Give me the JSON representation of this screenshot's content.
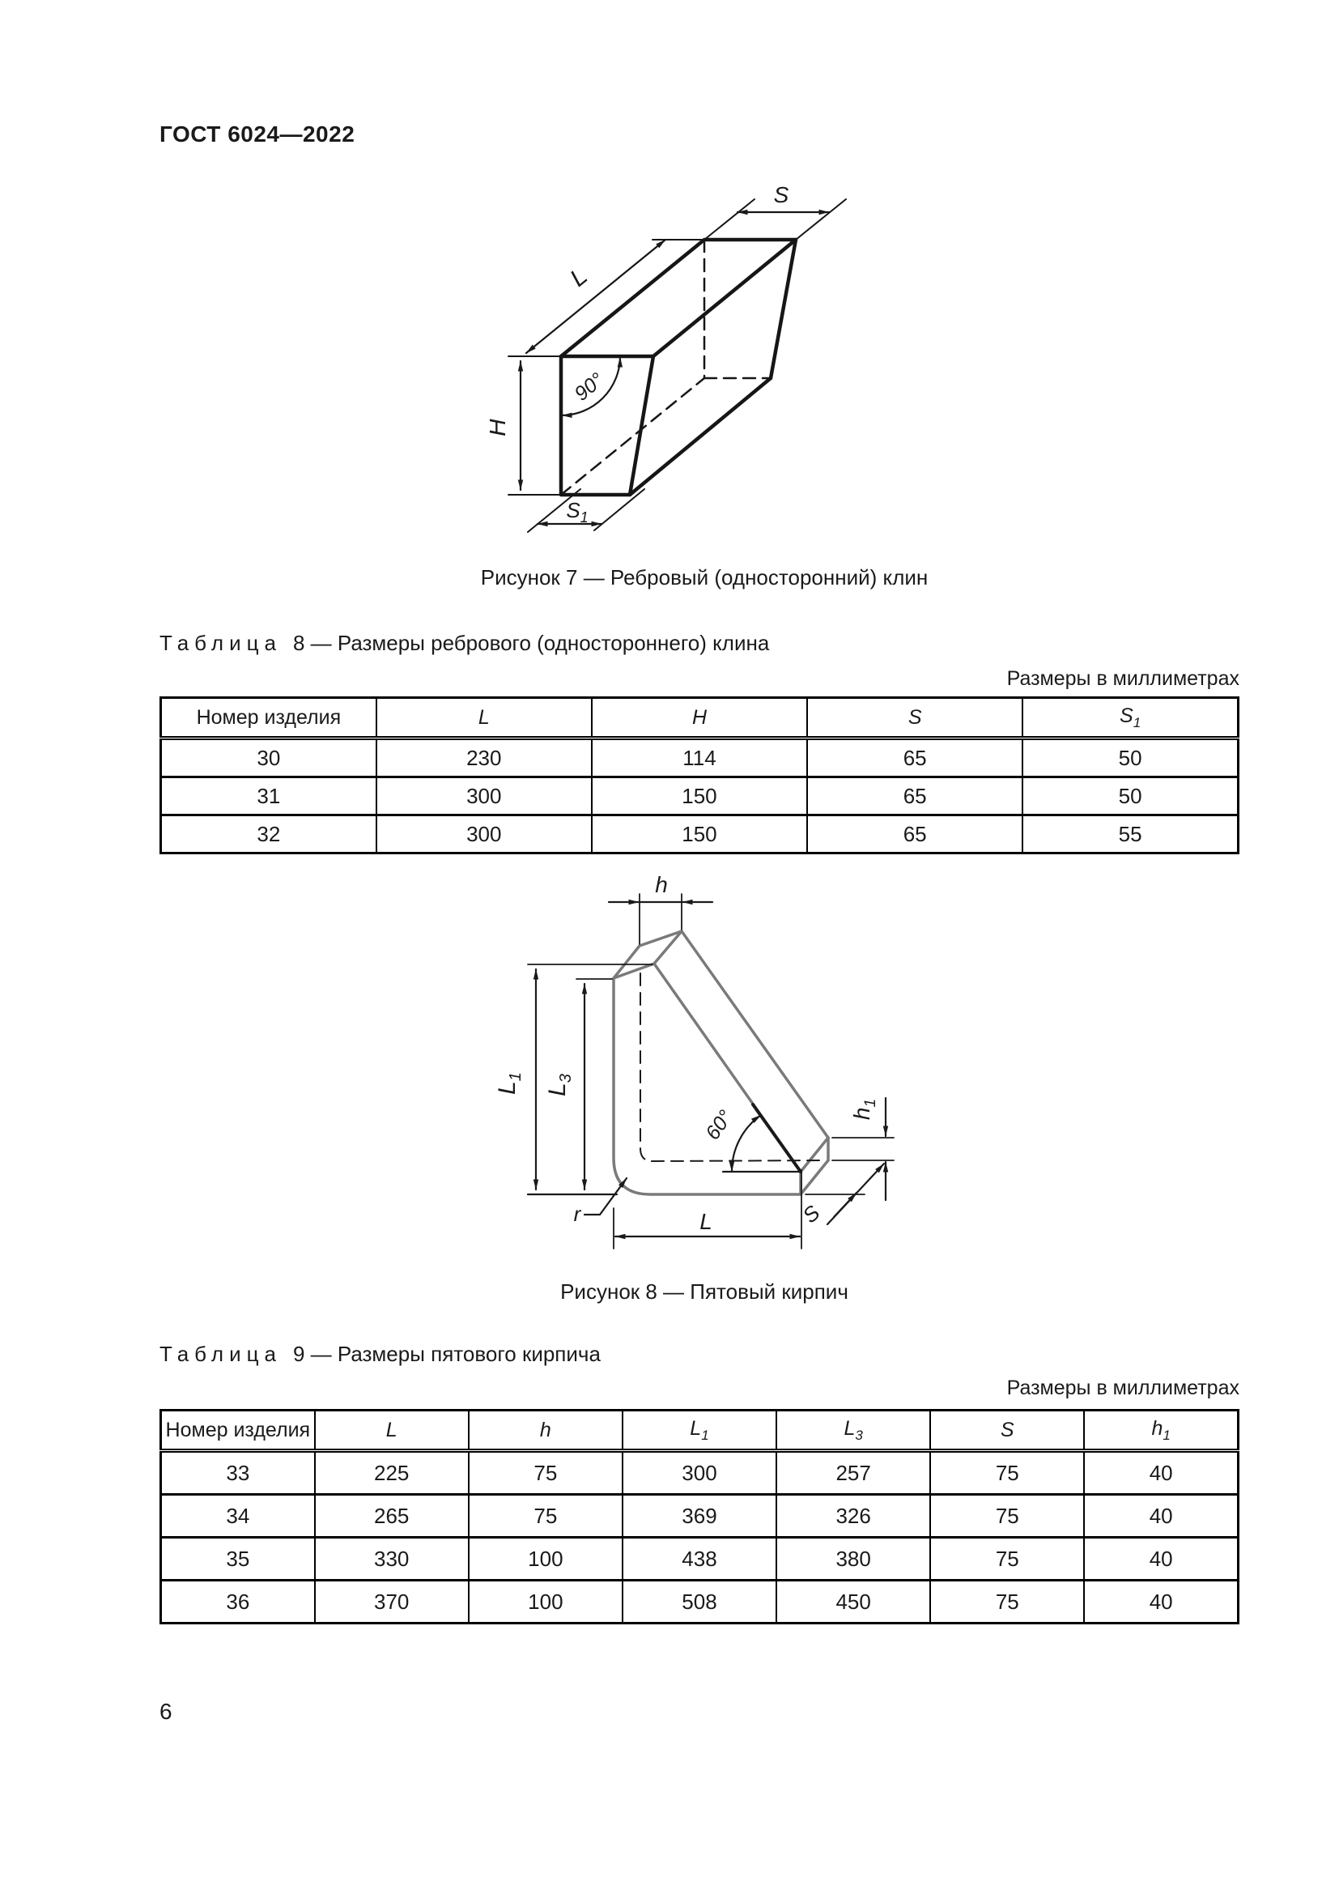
{
  "page": {
    "header": "ГОСТ 6024—2022",
    "page_number": "6"
  },
  "figure7": {
    "caption": "Рисунок 7 — Ребровый (односторонний) клин",
    "labels": {
      "S": "S",
      "L": "L",
      "H": "H",
      "S1_base": "S",
      "S1_sub": "1",
      "angle": "90°"
    }
  },
  "figure8": {
    "caption": "Рисунок 8 — Пятовый кирпич",
    "labels": {
      "h": "h",
      "L1_base": "L",
      "L1_sub": "1",
      "L3_base": "L",
      "L3_sub": "3",
      "h1_base": "h",
      "h1_sub": "1",
      "S": "S",
      "L": "L",
      "r": "r",
      "angle": "60°"
    }
  },
  "table8": {
    "caption_label": "Таблица",
    "caption_text": "8 — Размеры ребрового (одностороннего) клина",
    "units_note": "Размеры в миллиметрах",
    "columns": [
      {
        "text": "Номер изделия",
        "italic": false
      },
      {
        "text": "L",
        "italic": true
      },
      {
        "text": "H",
        "italic": true
      },
      {
        "text": "S",
        "italic": true
      },
      {
        "text": "S",
        "sub": "1",
        "italic": true
      }
    ],
    "rows": [
      [
        "30",
        "230",
        "114",
        "65",
        "50"
      ],
      [
        "31",
        "300",
        "150",
        "65",
        "50"
      ],
      [
        "32",
        "300",
        "150",
        "65",
        "55"
      ]
    ]
  },
  "table9": {
    "caption_label": "Таблица",
    "caption_text": "9 — Размеры пятового кирпича",
    "units_note": "Размеры в миллиметрах",
    "columns": [
      {
        "text": "Номер изделия",
        "italic": false
      },
      {
        "text": "L",
        "italic": true
      },
      {
        "text": "h",
        "italic": true
      },
      {
        "text": "L",
        "sub": "1",
        "italic": true
      },
      {
        "text": "L",
        "sub": "3",
        "italic": true
      },
      {
        "text": "S",
        "italic": true
      },
      {
        "text": "h",
        "sub": "1",
        "italic": true
      }
    ],
    "rows": [
      [
        "33",
        "225",
        "75",
        "300",
        "257",
        "75",
        "40"
      ],
      [
        "34",
        "265",
        "75",
        "369",
        "326",
        "75",
        "40"
      ],
      [
        "35",
        "330",
        "100",
        "438",
        "380",
        "75",
        "40"
      ],
      [
        "36",
        "370",
        "100",
        "508",
        "450",
        "75",
        "40"
      ]
    ]
  }
}
